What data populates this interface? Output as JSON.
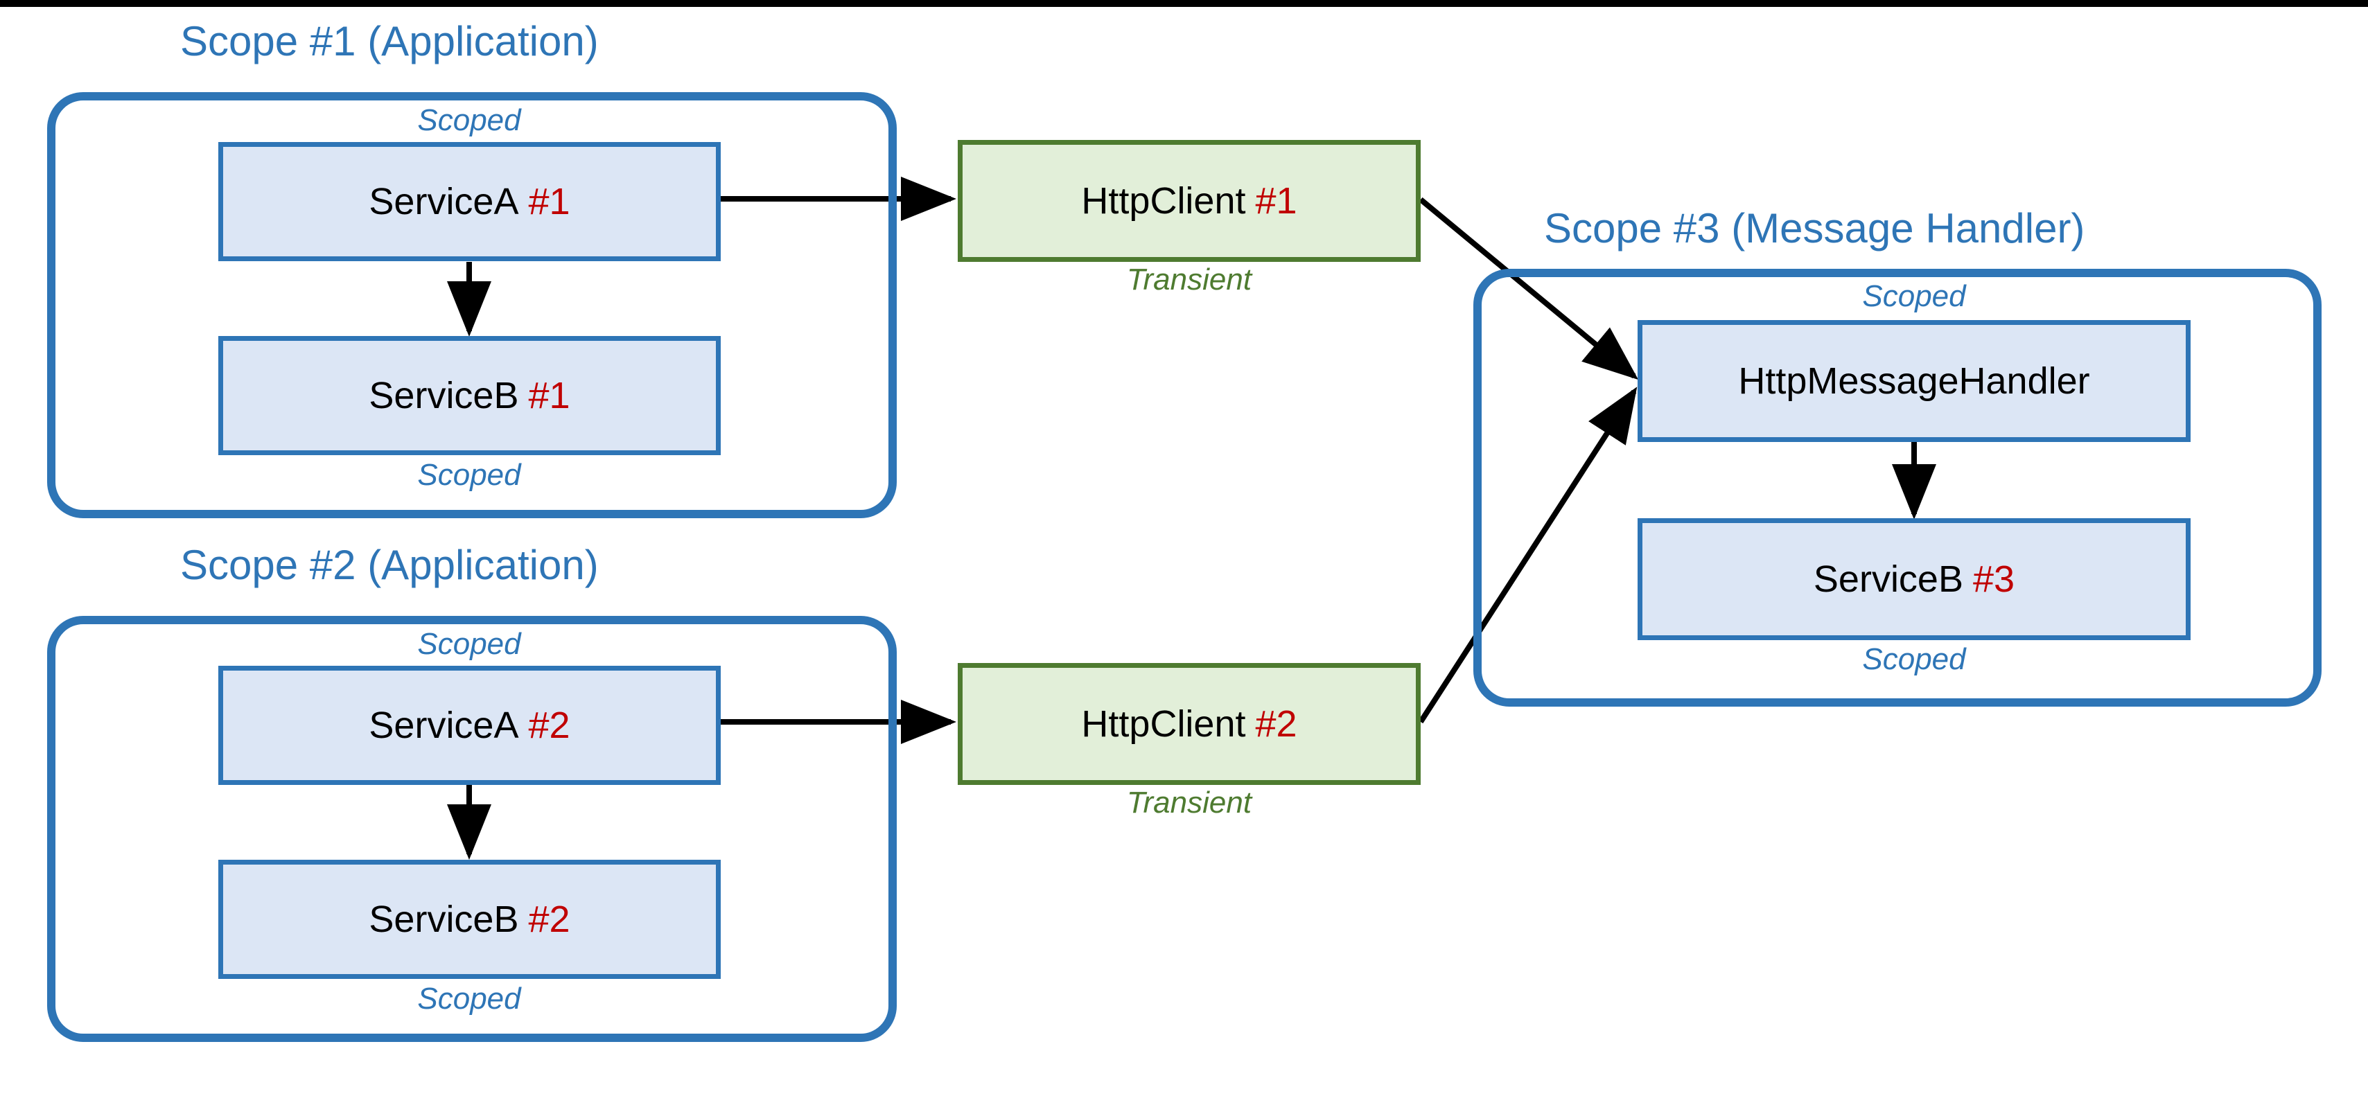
{
  "diagram": {
    "title_color": "#2E75B6",
    "scoped_color": "#2E75B6",
    "transient_color": "#4E7B30",
    "instance_number_color": "#C00000",
    "blue_box_fill": "#DCE6F5",
    "green_box_fill": "#E2EFD9",
    "green_box_border": "#4E7B30"
  },
  "scopes": [
    {
      "title": "Scope #1 (Application)",
      "top_caption": "Scoped",
      "bottom_caption": "Scoped",
      "nodes": [
        {
          "name": "ServiceA",
          "instance": "#1"
        },
        {
          "name": "ServiceB",
          "instance": "#1"
        }
      ]
    },
    {
      "title": "Scope #2 (Application)",
      "top_caption": "Scoped",
      "bottom_caption": "Scoped",
      "nodes": [
        {
          "name": "ServiceA",
          "instance": "#2"
        },
        {
          "name": "ServiceB",
          "instance": "#2"
        }
      ]
    },
    {
      "title": "Scope #3 (Message Handler)",
      "top_caption": "Scoped",
      "bottom_caption": "Scoped",
      "nodes": [
        {
          "name": "HttpMessageHandler",
          "instance": ""
        },
        {
          "name": "ServiceB",
          "instance": "#3"
        }
      ]
    }
  ],
  "clients": [
    {
      "name": "HttpClient",
      "instance": "#1",
      "caption": "Transient"
    },
    {
      "name": "HttpClient",
      "instance": "#2",
      "caption": "Transient"
    }
  ]
}
